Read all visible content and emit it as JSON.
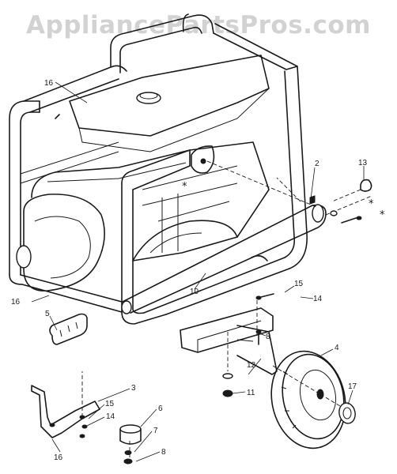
{
  "watermark": "AppliancePartsPros.com",
  "callouts": [
    "16",
    "2",
    "13",
    "15",
    "14",
    "10",
    "16",
    "5",
    "12",
    "8",
    "11",
    "4",
    "3",
    "15",
    "14",
    "6",
    "16",
    "7",
    "8",
    "17"
  ],
  "asterisks": [
    "*",
    "*",
    "*"
  ]
}
